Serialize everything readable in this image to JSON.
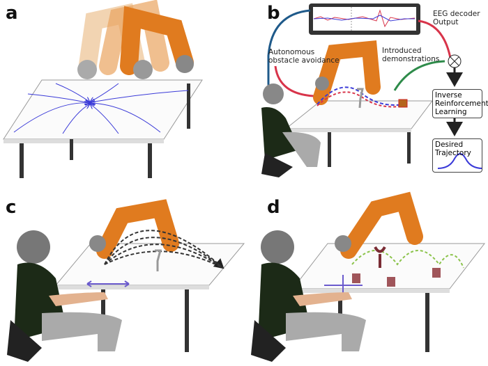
{
  "panels": {
    "a": {
      "label": "a"
    },
    "b": {
      "label": "b",
      "eeg_label": "EEG decoder Output",
      "eeg_line1": "EEG decoder",
      "eeg_line2": "Output",
      "avoid_line1": "Autonomous",
      "avoid_line2": "obstacle avoidance",
      "demo_line1": "Introduced",
      "demo_line2": "demonstrations",
      "irl_line1": "Inverse",
      "irl_line2": "Reinforcement",
      "irl_line3": "Learning",
      "traj_line1": "Desired",
      "traj_line2": "Trajectory"
    },
    "c": {
      "label": "c"
    },
    "d": {
      "label": "d"
    }
  },
  "colors": {
    "robot": "#e07b1f",
    "joint": "#8a8a8a",
    "trajectory_blue": "#3a3ad8",
    "trajectory_red": "#d8344a",
    "demo_green": "#2e8b4a",
    "eeg_blue": "#1f5a8a"
  }
}
